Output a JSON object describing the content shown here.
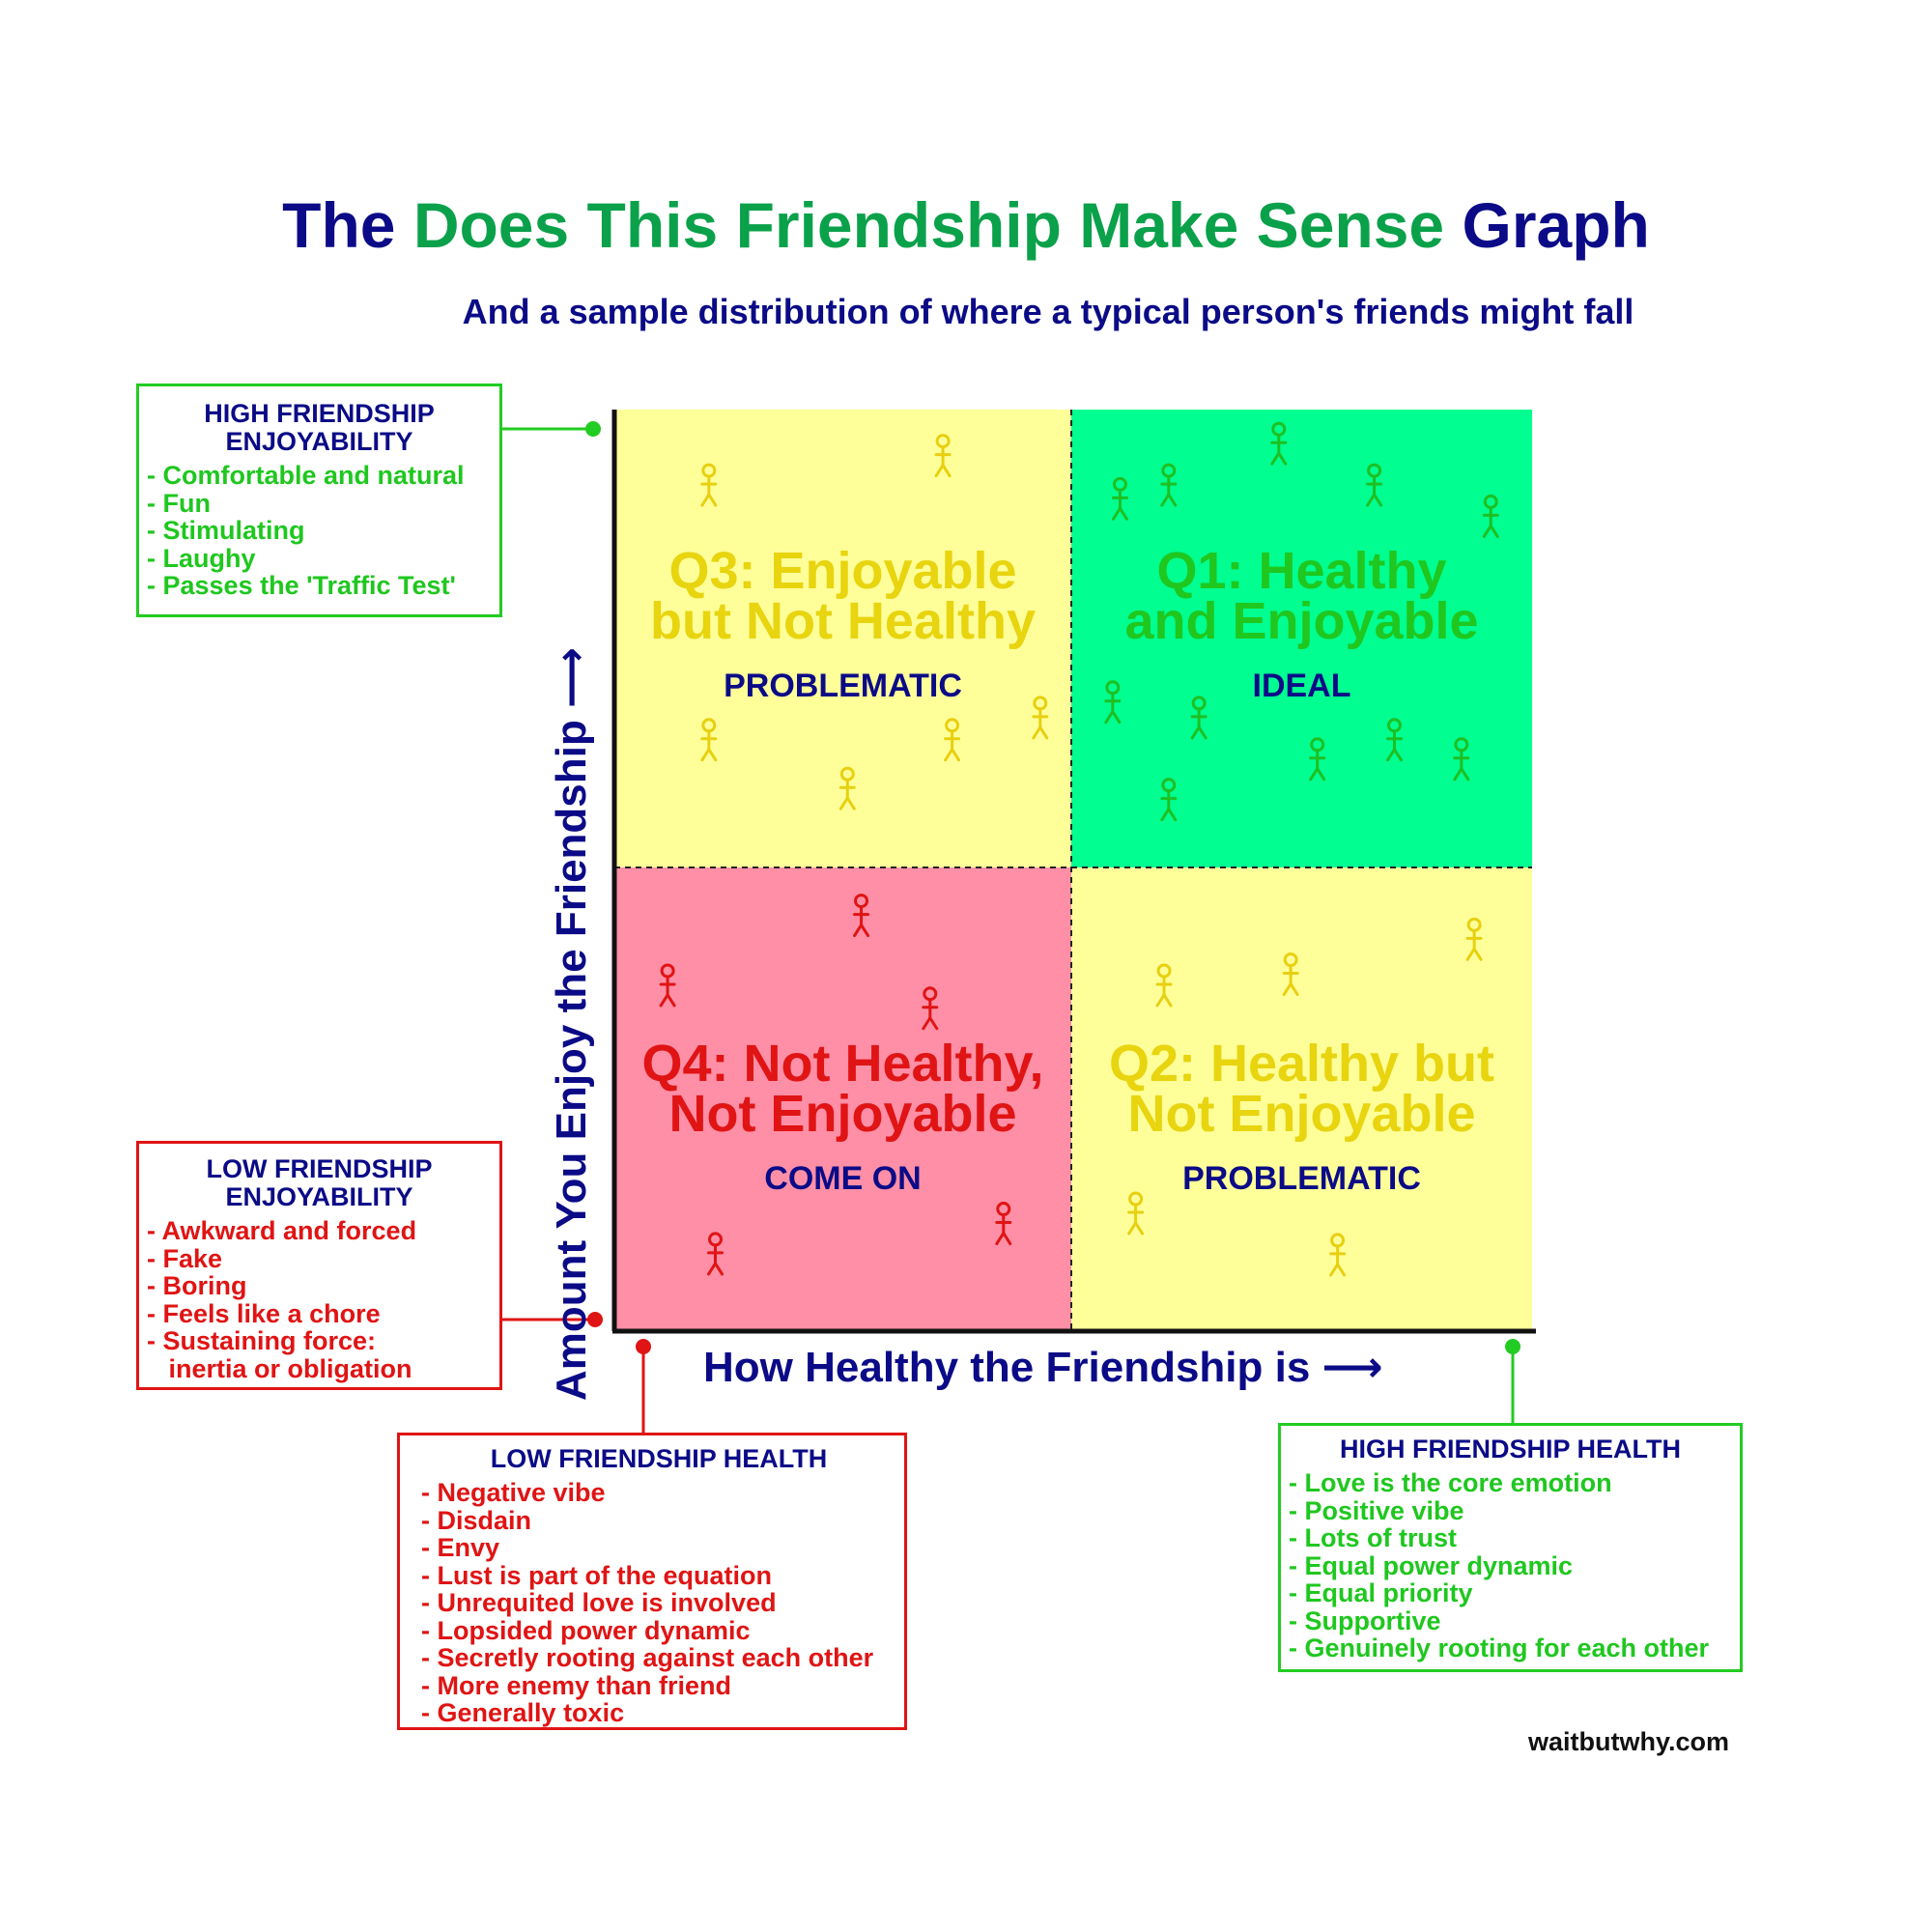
{
  "title": {
    "part1": "The",
    "part2": "Does This Friendship Make Sense",
    "part3": "Graph"
  },
  "subtitle": "And a sample distribution of where a typical person's friends might fall",
  "axes": {
    "y_label": "Amount You Enjoy the Friendship ⟶",
    "x_label": "How Healthy the Friendship is ⟶"
  },
  "colors": {
    "dark_blue": "#0b0b87",
    "green_text": "#1fc71f",
    "red_text": "#e01414",
    "q1_fill": "#00ff90",
    "q2_q3_fill": "#ffff99",
    "q4_fill": "#ff8fa6"
  },
  "quadrants": {
    "q1": {
      "title_line1": "Q1: Healthy",
      "title_line2": "and Enjoyable",
      "label": "IDEAL"
    },
    "q2": {
      "title_line1": "Q2: Healthy but",
      "title_line2": "Not Enjoyable",
      "label": "PROBLEMATIC"
    },
    "q3": {
      "title_line1": "Q3: Enjoyable",
      "title_line2": "but Not Healthy",
      "label": "PROBLEMATIC"
    },
    "q4": {
      "title_line1": "Q4: Not Healthy,",
      "title_line2": "Not Enjoyable",
      "label": "COME ON"
    }
  },
  "boxes": {
    "high_enjoyability": {
      "heading_line1": "HIGH FRIENDSHIP",
      "heading_line2": "ENJOYABILITY",
      "items": [
        "- Comfortable and natural",
        "- Fun",
        "- Stimulating",
        "- Laughy",
        "- Passes the 'Traffic Test'"
      ]
    },
    "low_enjoyability": {
      "heading_line1": "LOW FRIENDSHIP",
      "heading_line2": "ENJOYABILITY",
      "items": [
        "- Awkward and forced",
        "- Fake",
        "- Boring",
        "- Feels like a chore",
        "- Sustaining force:",
        "   inertia or obligation"
      ]
    },
    "low_health": {
      "heading_line1": "LOW FRIENDSHIP HEALTH",
      "items": [
        "- Negative vibe",
        "- Disdain",
        "- Envy",
        "- Lust is part of the equation",
        "- Unrequited love is involved",
        "- Lopsided power dynamic",
        "- Secretly rooting against each other",
        "- More enemy than friend",
        "- Generally toxic"
      ]
    },
    "high_health": {
      "heading_line1": "HIGH FRIENDSHIP HEALTH",
      "items": [
        "- Love is the core emotion",
        "- Positive vibe",
        "- Lots of trust",
        "- Equal power dynamic",
        "- Equal priority",
        "- Supportive",
        "- Genuinely rooting for each other"
      ]
    },
    "credit": "waitbutwhy.com"
  },
  "chart_data": {
    "type": "scatter",
    "xlabel": "How Healthy the Friendship is",
    "ylabel": "Amount You Enjoy the Friendship",
    "xlim": [
      0,
      1
    ],
    "ylim": [
      0,
      1
    ],
    "grid": false,
    "series": [
      {
        "quadrant": "q3",
        "color": "#e8cf10",
        "points": [
          [
            0.103,
            0.918
          ],
          [
            0.358,
            0.95
          ],
          [
            0.103,
            0.641
          ],
          [
            0.254,
            0.588
          ],
          [
            0.368,
            0.641
          ],
          [
            0.464,
            0.665
          ]
        ]
      },
      {
        "quadrant": "q1",
        "color": "#1fbf22",
        "points": [
          [
            0.551,
            0.903
          ],
          [
            0.604,
            0.918
          ],
          [
            0.724,
            0.963
          ],
          [
            0.828,
            0.918
          ],
          [
            0.955,
            0.884
          ],
          [
            0.543,
            0.682
          ],
          [
            0.637,
            0.665
          ],
          [
            0.766,
            0.62
          ],
          [
            0.85,
            0.641
          ],
          [
            0.923,
            0.62
          ],
          [
            0.604,
            0.576
          ]
        ]
      },
      {
        "quadrant": "q2",
        "color": "#e8cf10",
        "points": [
          [
            0.599,
            0.374
          ],
          [
            0.737,
            0.386
          ],
          [
            0.937,
            0.424
          ],
          [
            0.568,
            0.126
          ],
          [
            0.788,
            0.081
          ]
        ]
      },
      {
        "quadrant": "q4",
        "color": "#e01414",
        "points": [
          [
            0.269,
            0.45
          ],
          [
            0.058,
            0.374
          ],
          [
            0.344,
            0.349
          ],
          [
            0.11,
            0.082
          ],
          [
            0.424,
            0.115
          ]
        ]
      }
    ]
  }
}
